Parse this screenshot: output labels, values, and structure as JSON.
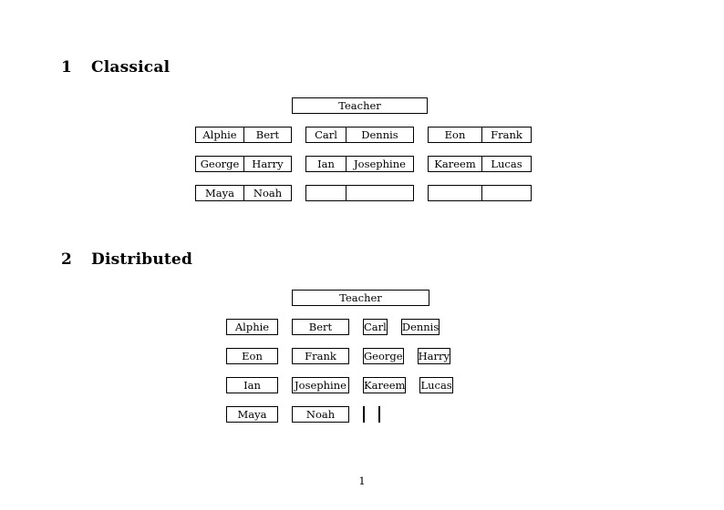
{
  "page": {
    "number": "1"
  },
  "sections": [
    {
      "number": "1",
      "title": "Classical",
      "teacher_label": "Teacher",
      "layout": "grouped-pairs",
      "groups": [
        {
          "rows": [
            [
              "Alphie",
              "Bert"
            ],
            [
              "George",
              "Harry"
            ],
            [
              "Maya",
              "Noah"
            ]
          ]
        },
        {
          "rows": [
            [
              "Carl",
              "Dennis"
            ],
            [
              "Ian",
              "Josephine"
            ],
            [
              "",
              ""
            ]
          ]
        },
        {
          "rows": [
            [
              "Eon",
              "Frank"
            ],
            [
              "Kareem",
              "Lucas"
            ],
            [
              "",
              ""
            ]
          ]
        }
      ]
    },
    {
      "number": "2",
      "title": "Distributed",
      "teacher_label": "Teacher",
      "layout": "separate-boxes",
      "rows": [
        [
          "Alphie",
          "Bert",
          "Carl",
          "Dennis"
        ],
        [
          "Eon",
          "Frank",
          "George",
          "Harry"
        ],
        [
          "Ian",
          "Josephine",
          "Kareem",
          "Lucas"
        ],
        [
          "Maya",
          "Noah",
          "",
          ""
        ]
      ]
    }
  ],
  "colors": {
    "page_background": "#ffffff",
    "text": "#000000",
    "border": "#000000"
  }
}
